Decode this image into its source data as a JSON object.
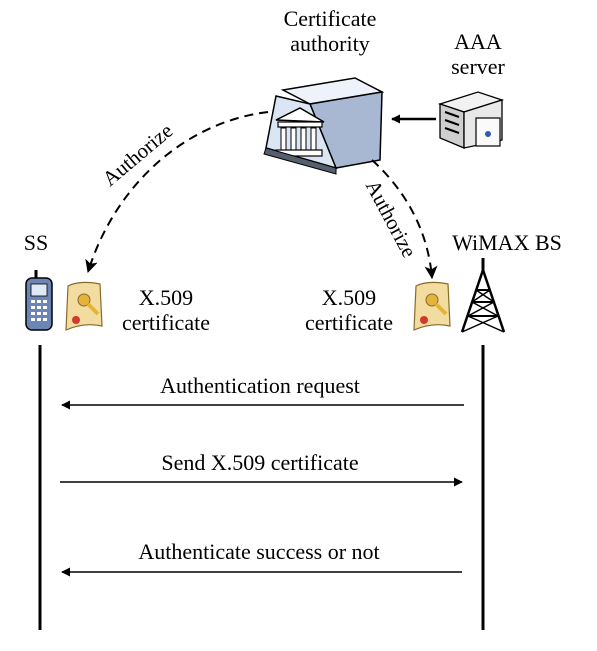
{
  "nodes": {
    "ca": {
      "line1": "Certificate",
      "line2": "authority",
      "icon": "certificate-authority-building-icon"
    },
    "aaa": {
      "line1": "AAA",
      "line2": "server",
      "icon": "server-tower-icon"
    },
    "ss": {
      "label": "SS",
      "icon": "mobile-phone-icon"
    },
    "bs": {
      "label": "WiMAX BS",
      "icon": "radio-tower-icon"
    }
  },
  "certificates": {
    "ss": {
      "line1": "X.509",
      "line2": "certificate",
      "icon": "certificate-scroll-icon"
    },
    "bs": {
      "line1": "X.509",
      "line2": "certificate",
      "icon": "certificate-scroll-icon"
    }
  },
  "edges": {
    "ca_to_ss": "Authorize",
    "ca_to_bs": "Authorize"
  },
  "messages": [
    {
      "text": "Authentication request",
      "from": "WiMAX BS",
      "to": "SS"
    },
    {
      "text": "Send X.509 certificate",
      "from": "SS",
      "to": "WiMAX BS"
    },
    {
      "text": "Authenticate success or not",
      "from": "WiMAX BS",
      "to": "SS"
    }
  ],
  "colors": {
    "line": "#000000",
    "box_face": "#dbe6f5",
    "box_top": "#eef3fb",
    "box_side": "#a9b8d2",
    "scroll": "#f2dca0",
    "key": "#e3b43a",
    "seal": "#d23a2e"
  }
}
